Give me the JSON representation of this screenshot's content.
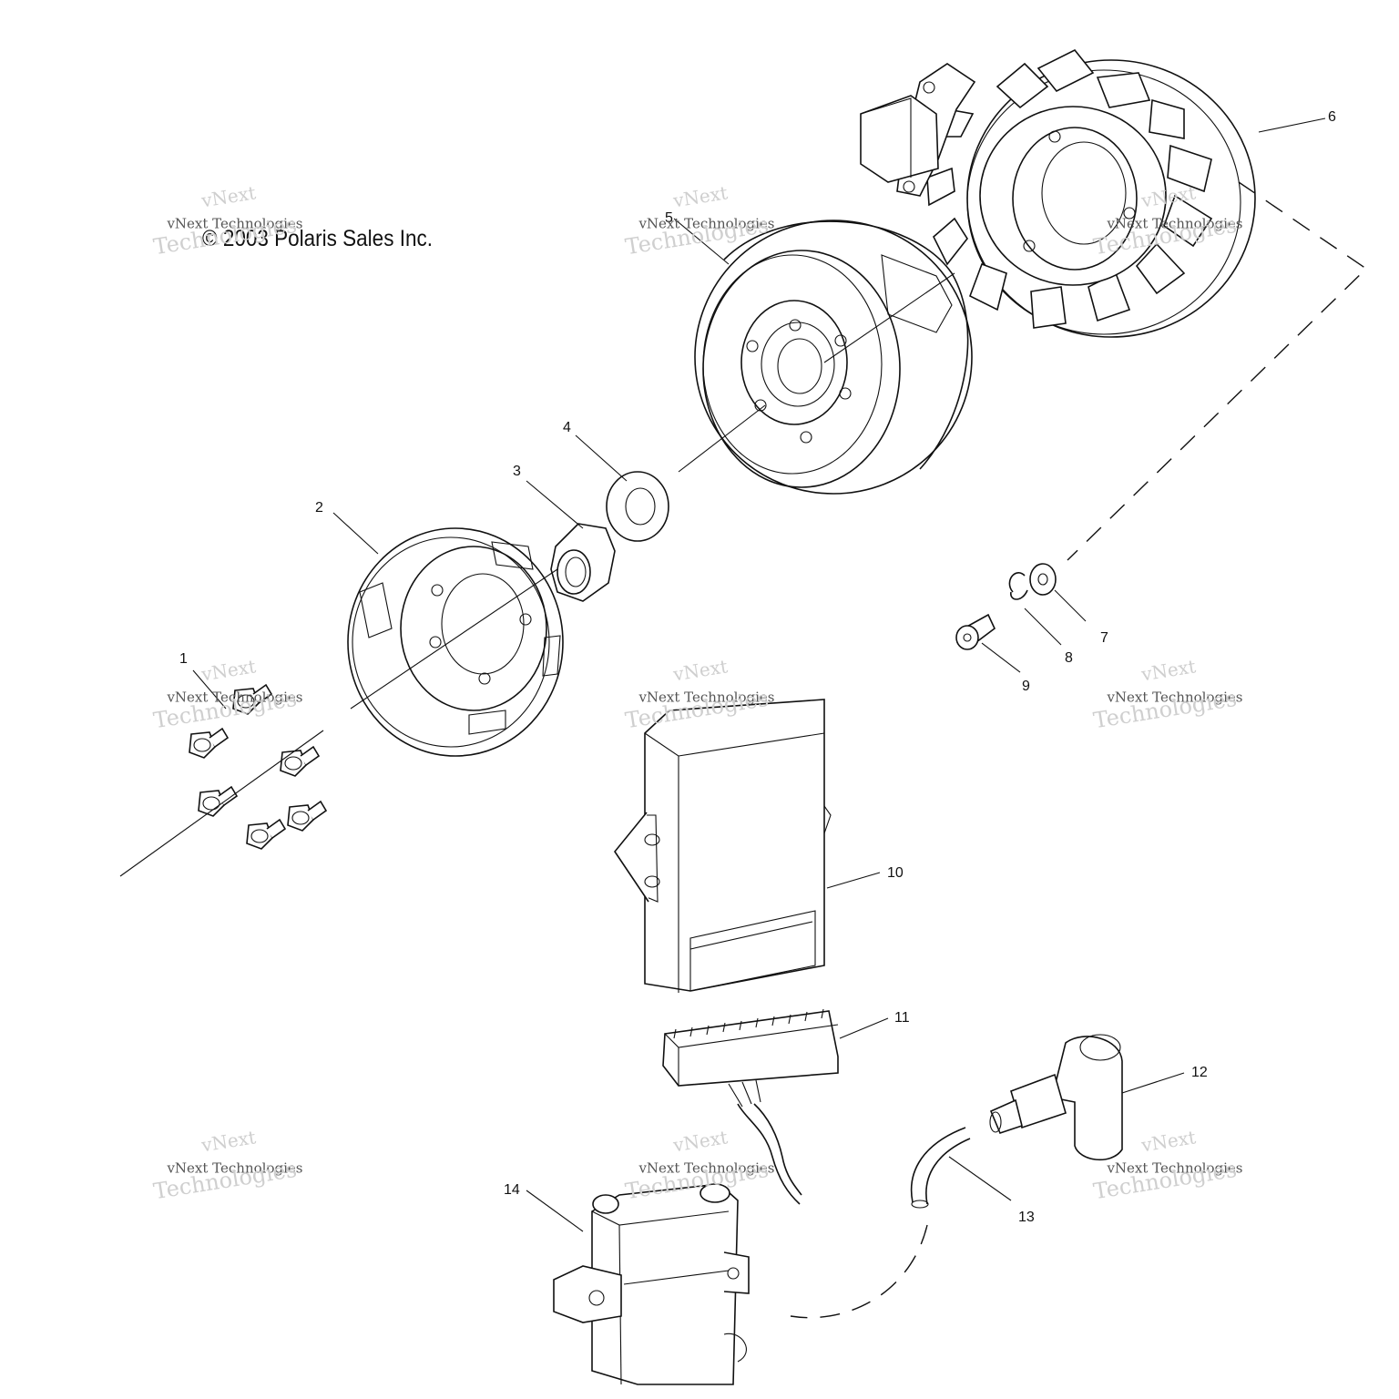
{
  "copyright": "© 2003 Polaris Sales Inc.",
  "watermark": {
    "line1": "vNext",
    "line2": "vNext Technologies",
    "line3": "Technologies"
  },
  "callouts": [
    {
      "id": "1",
      "label": "1"
    },
    {
      "id": "2",
      "label": "2"
    },
    {
      "id": "3",
      "label": "3"
    },
    {
      "id": "4",
      "label": "4"
    },
    {
      "id": "5",
      "label": "5"
    },
    {
      "id": "6",
      "label": "6"
    },
    {
      "id": "7",
      "label": "7"
    },
    {
      "id": "8",
      "label": "8"
    },
    {
      "id": "9",
      "label": "9"
    },
    {
      "id": "10",
      "label": "10"
    },
    {
      "id": "11",
      "label": "11"
    },
    {
      "id": "12",
      "label": "12"
    },
    {
      "id": "13",
      "label": "13"
    },
    {
      "id": "14",
      "label": "14"
    }
  ]
}
